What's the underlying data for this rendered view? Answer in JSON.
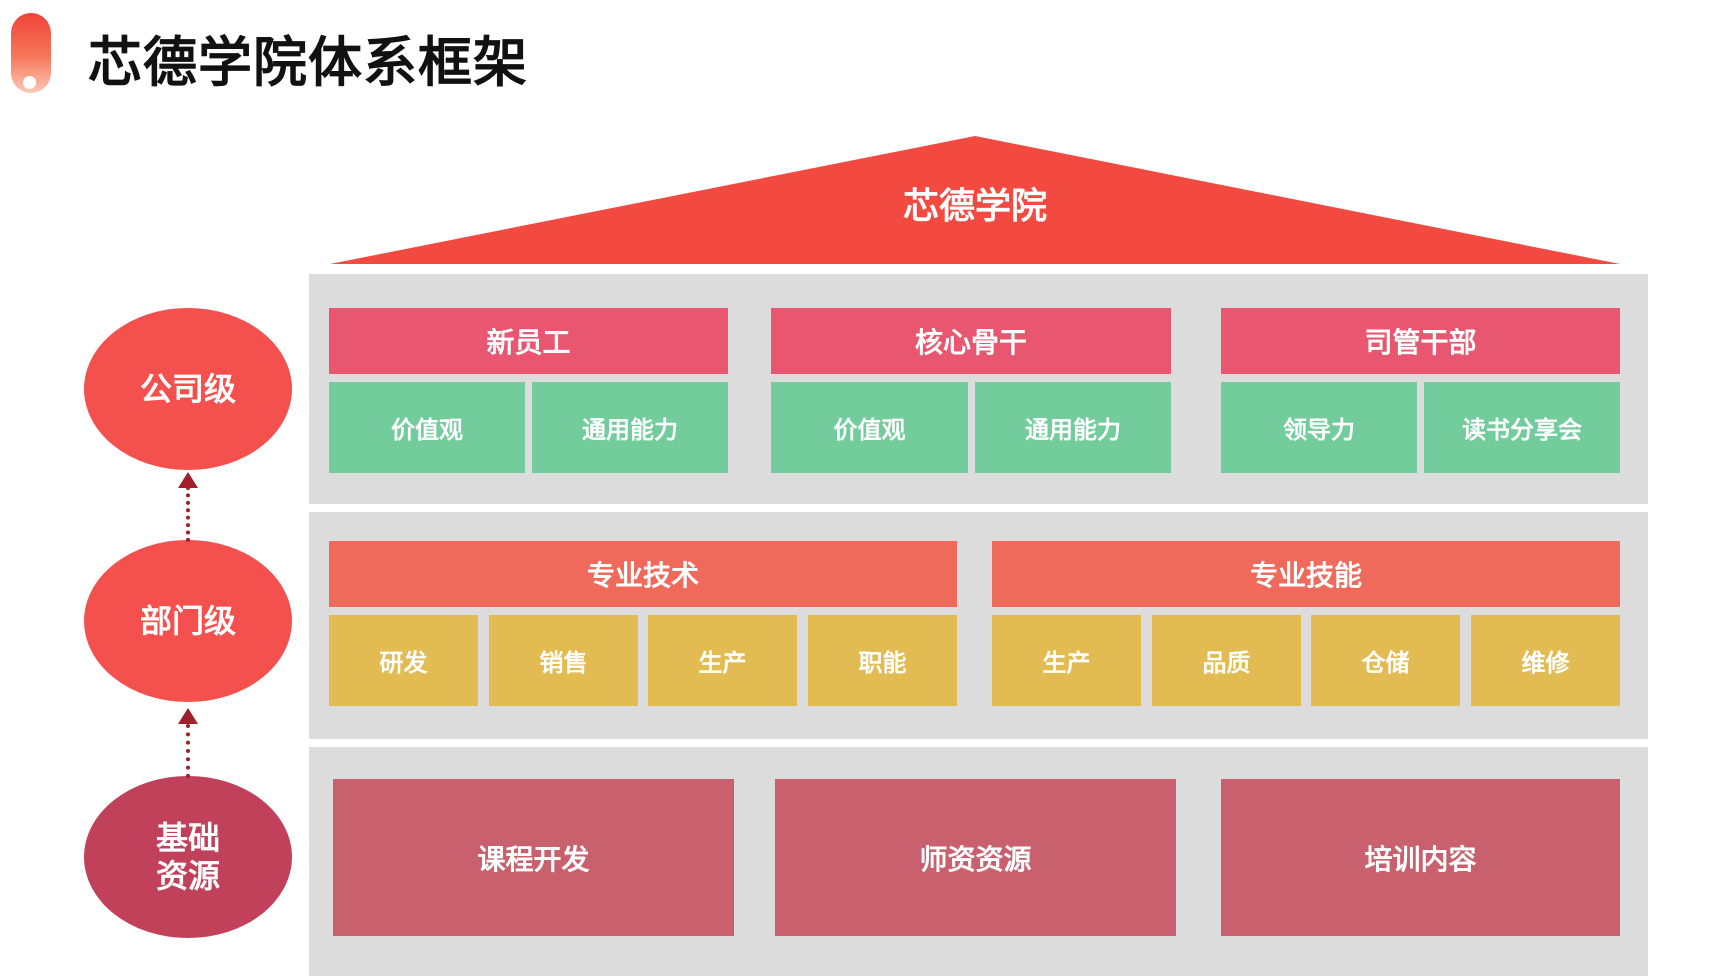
{
  "title": "芯德学院体系框架",
  "roof_label": "芯德学院",
  "levels": {
    "company": "公司级",
    "department": "部门级",
    "foundation": "基础\n资源"
  },
  "company_groups": [
    {
      "header": "新员工",
      "items": [
        "价值观",
        "通用能力"
      ]
    },
    {
      "header": "核心骨干",
      "items": [
        "价值观",
        "通用能力"
      ]
    },
    {
      "header": "司管干部",
      "items": [
        "领导力",
        "读书分享会"
      ]
    }
  ],
  "department_groups": [
    {
      "header": "专业技术",
      "items": [
        "研发",
        "销售",
        "生产",
        "职能"
      ]
    },
    {
      "header": "专业技能",
      "items": [
        "生产",
        "品质",
        "仓储",
        "维修"
      ]
    }
  ],
  "foundation_items": [
    "课程开发",
    "师资资源",
    "培训内容"
  ],
  "colors": {
    "roof": "#f24a41",
    "company_header": "#e9566f",
    "company_cell": "#72cc9c",
    "department_header": "#f06a5b",
    "department_cell": "#e2bc52",
    "foundation_cell": "#c8606d",
    "band": "#dcdcdc",
    "oval_upper": "#f4504e",
    "oval_base": "#c1405a"
  }
}
